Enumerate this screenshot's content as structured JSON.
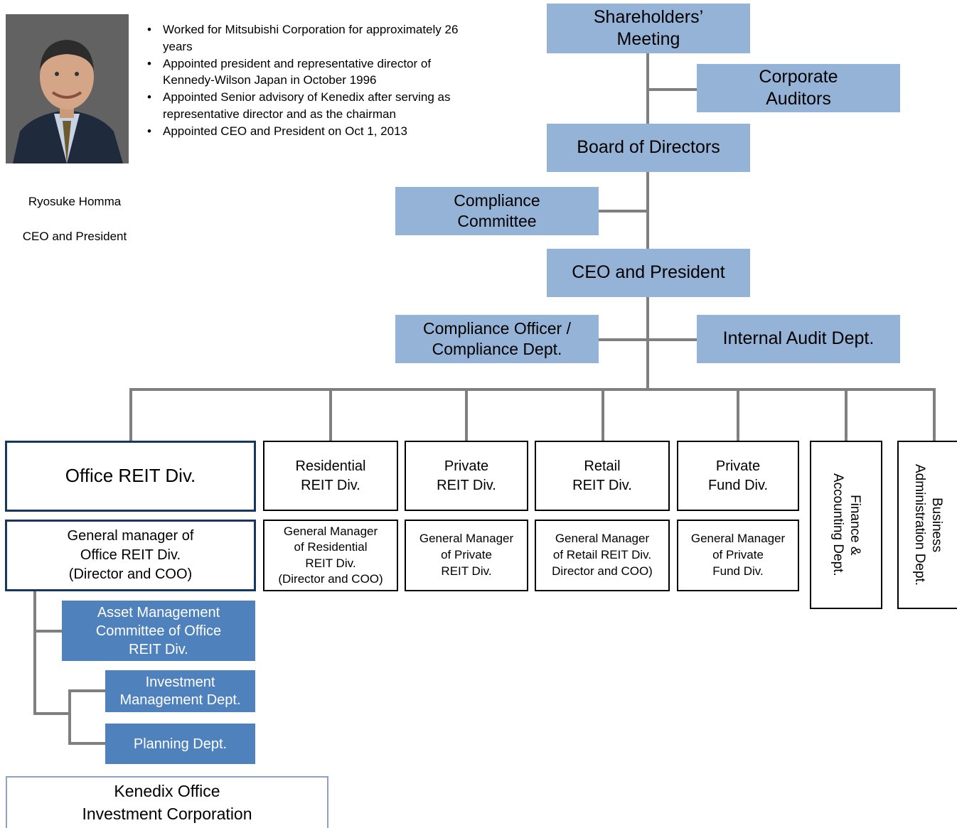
{
  "profile": {
    "name": "Ryosuke Homma",
    "title": "CEO and President",
    "bullets": [
      "Worked for Mitsubishi Corporation for approximately 26 years",
      "Appointed president and representative director of Kennedy-Wilson Japan in October 1996",
      "Appointed Senior advisory of Kenedix after serving as representative director and as the chairman",
      "Appointed CEO and President on Oct 1, 2013"
    ]
  },
  "governance": {
    "shareholders": "Shareholders’\nMeeting",
    "auditors": "Corporate\nAuditors",
    "board": "Board of Directors",
    "compliance_committee": "Compliance\nCommittee",
    "ceo": "CEO and President",
    "compliance_officer": "Compliance Officer /\nCompliance Dept.",
    "internal_audit": "Internal Audit Dept."
  },
  "divisions": {
    "office": "Office REIT Div.",
    "residential": "Residential\nREIT Div.",
    "private_reit": "Private\nREIT Div.",
    "retail": "Retail\nREIT Div.",
    "private_fund": "Private\nFund Div.",
    "finance": "Finance &\nAccounting Dept.",
    "business_admin": "Business\nAdministration Dept."
  },
  "managers": {
    "office": "General manager of\nOffice REIT Div.\n(Director and COO)",
    "residential": "General Manager\nof Residential\nREIT Div.\n(Director and COO)",
    "private_reit": "General Manager\nof Private\nREIT Div.",
    "retail": "General Manager\nof Retail REIT Div.\nDirector and COO)",
    "private_fund": "General Manager\nof Private\nFund Div."
  },
  "office_units": {
    "committee": "Asset Management\nCommittee of Office\nREIT Div.",
    "investment": "Investment\nManagement Dept.",
    "planning": "Planning Dept."
  },
  "client": "Kenedix Office\nInvestment Corporation"
}
